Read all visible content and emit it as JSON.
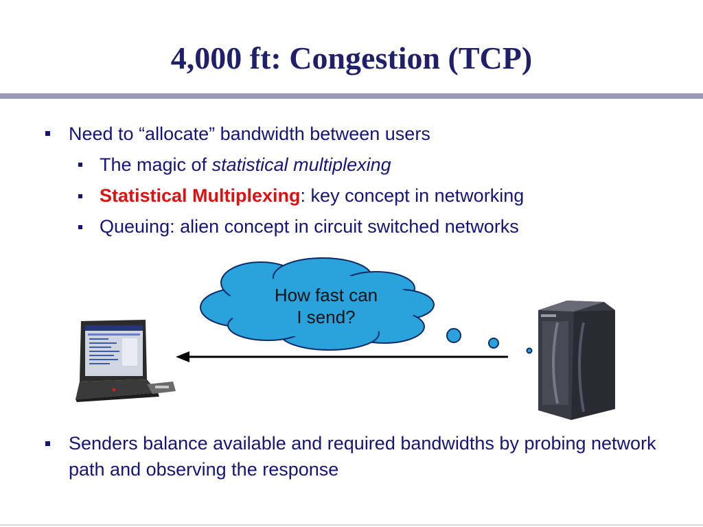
{
  "slide": {
    "title": "4,000 ft: Congestion (TCP)",
    "bullets": {
      "b1": "Need to “allocate” bandwidth between users",
      "b1a_prefix": "The magic of ",
      "b1a_italic": "statistical multiplexing",
      "b1b_red": "Statistical Multiplexing",
      "b1b_rest": ": key concept in networking",
      "b1c": "Queuing: alien concept in circuit switched networks",
      "b2": "Senders balance available and required bandwidths by probing network path and observing the response"
    },
    "cloud": {
      "line1": "How fast can",
      "line2": "I send?"
    }
  },
  "colors": {
    "title": "#1f1f6a",
    "text": "#14147a",
    "accent": "#e01010",
    "cloud": "#2aa3dc"
  },
  "icons": [
    "laptop-icon",
    "server-icon",
    "arrow-left-icon",
    "thought-cloud-icon"
  ]
}
